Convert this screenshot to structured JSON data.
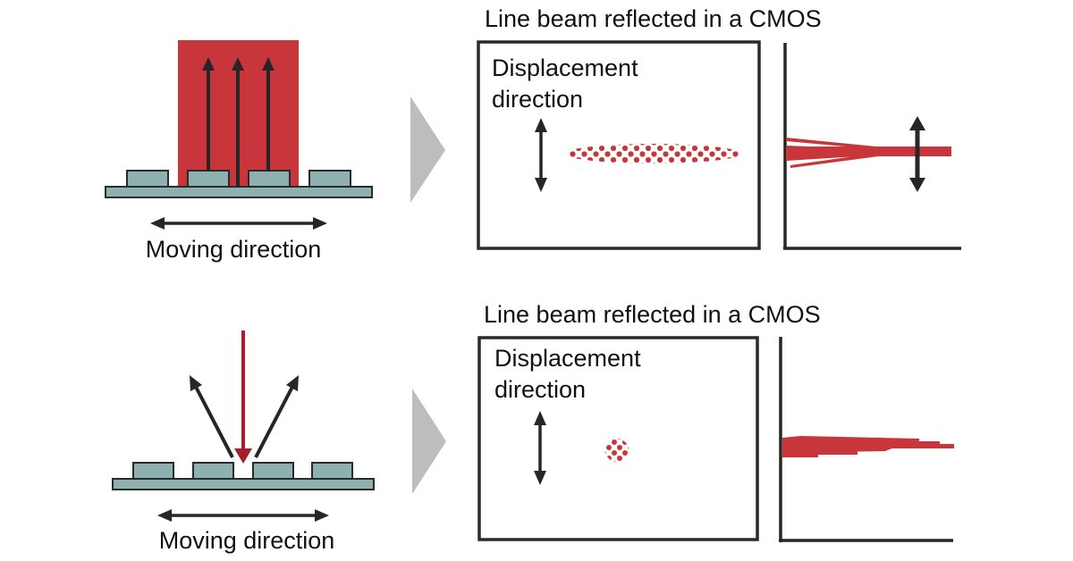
{
  "colors": {
    "beam_red": "#c8363c",
    "incident_red": "#a6202b",
    "chip_fill": "#8fb0b1",
    "outline": "#2a2a2a",
    "arrow_dark": "#262626",
    "chevron_gray": "#bdbdbe",
    "background": "#ffffff"
  },
  "top_panel": {
    "moving_direction_label": "Moving direction",
    "sensor_title": "Line beam reflected in a CMOS",
    "displacement_label_line1": "Displacement",
    "displacement_label_line2": "direction",
    "spot_shape": "elongated line beam",
    "profile_state": "spread profile with displacement"
  },
  "bottom_panel": {
    "moving_direction_label": "Moving direction",
    "sensor_title": "Line beam reflected in a CMOS",
    "displacement_label_line1": "Displacement",
    "displacement_label_line2": "direction",
    "spot_shape": "small round spot",
    "profile_state": "narrow profile"
  },
  "icons": {
    "transition": "chevron-right-icon",
    "movement": "double-arrow-horizontal-icon",
    "displacement": "double-arrow-vertical-icon"
  }
}
